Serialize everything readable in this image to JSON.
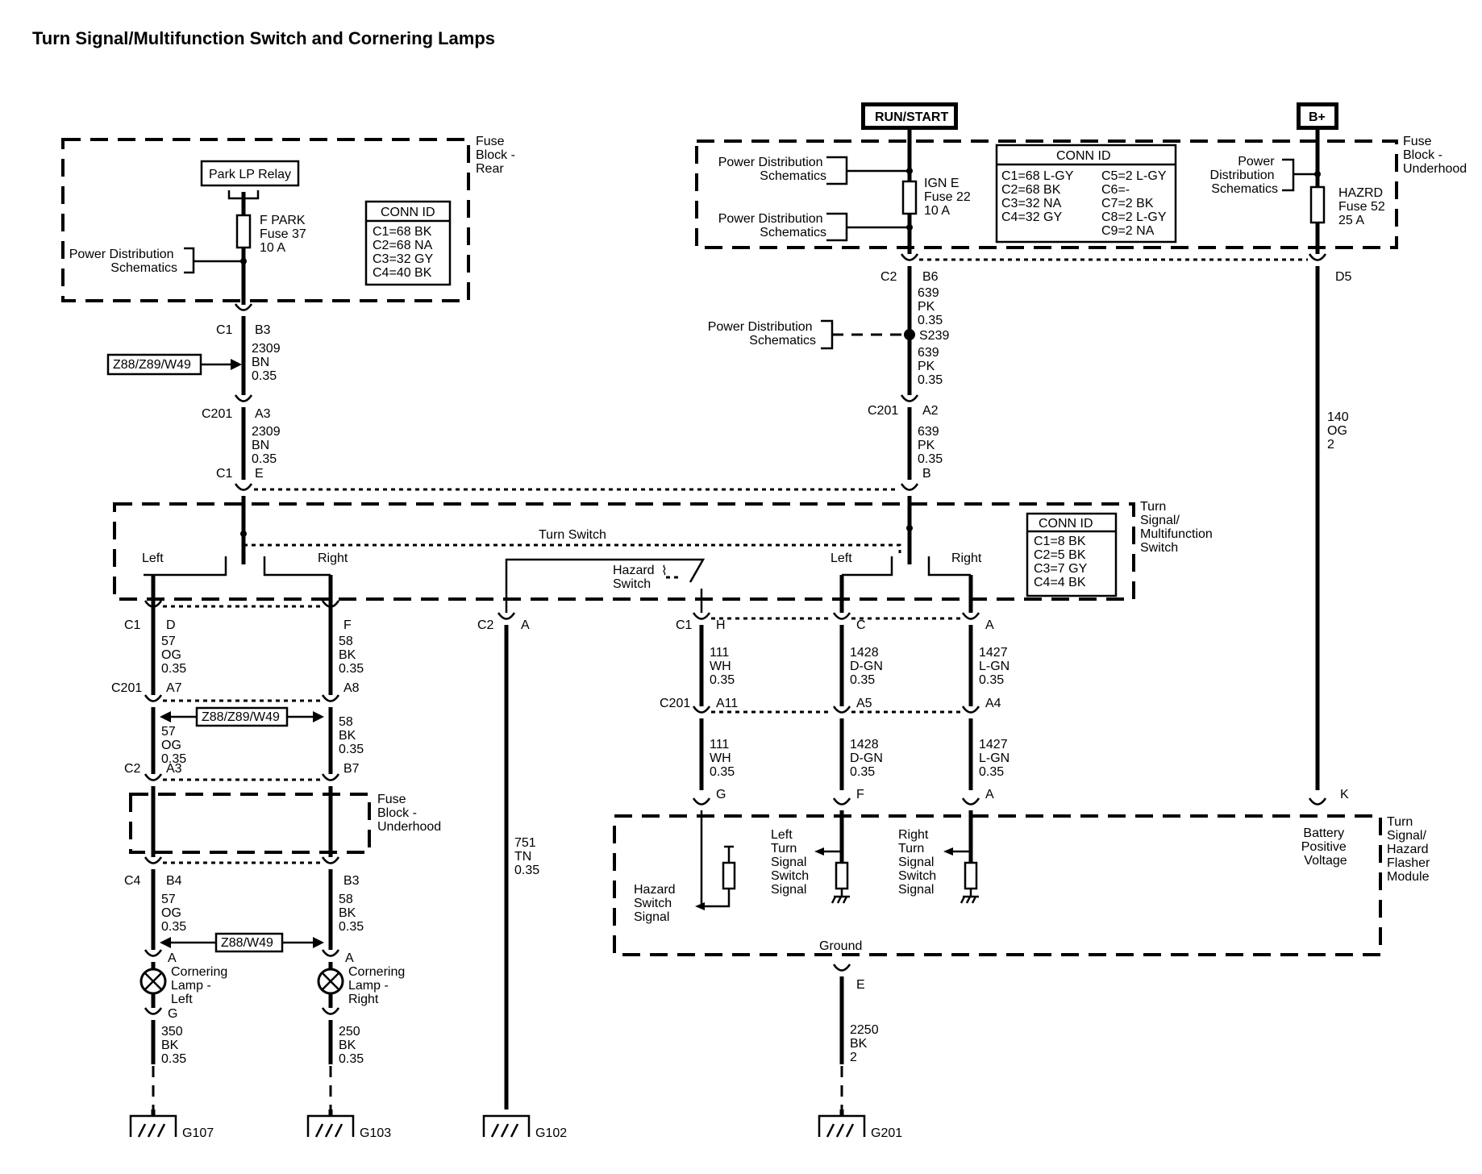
{
  "title": "Turn Signal/Multifunction Switch and Cornering Lamps",
  "power_sources": {
    "run_start": "RUN/START",
    "b_plus": "B+"
  },
  "fuse_block_rear": {
    "name": [
      "Fuse",
      "Block -",
      "Rear"
    ],
    "relay": "Park LP Relay",
    "fuse": [
      "F PARK",
      "Fuse 37",
      "10 A"
    ],
    "pds": [
      "Power Distribution",
      "Schematics"
    ],
    "conn_id_title": "CONN ID",
    "conn_id": [
      "C1=68 BK",
      "C2=68 NA",
      "C3=32 GY",
      "C4=40 BK"
    ]
  },
  "fuse_block_underhood": {
    "name": [
      "Fuse",
      "Block -",
      "Underhood"
    ],
    "pds_1": [
      "Power Distribution",
      "Schematics"
    ],
    "pds_2": [
      "Power Distribution",
      "Schematics"
    ],
    "pds_3": [
      "Power",
      "Distribution",
      "Schematics"
    ],
    "fuse_ign": [
      "IGN E",
      "Fuse 22",
      "10 A"
    ],
    "fuse_hazard": [
      "HAZRD",
      "Fuse 52",
      "25 A"
    ],
    "conn_id_title": "CONN ID",
    "conn_id_left": [
      "C1=68 L-GY",
      "C2=68 BK",
      "C3=32 NA",
      "C4=32 GY"
    ],
    "conn_id_right": [
      "C5=2 L-GY",
      "C6=-",
      "C7=2 BK",
      "C8=2 L-GY",
      "C9=2 NA"
    ]
  },
  "upper_left_circuit": {
    "c1": "C1",
    "b3": "B3",
    "option_box": "Z88/Z89/W49",
    "wire_a": [
      "2309",
      "BN",
      "0.35"
    ],
    "c201": "C201",
    "a3": "A3",
    "wire_b": [
      "2309",
      "BN",
      "0.35"
    ],
    "c1_e": "C1",
    "e": "E"
  },
  "upper_right_circuit": {
    "c2": "C2",
    "b6": "B6",
    "wire_a": [
      "639",
      "PK",
      "0.35"
    ],
    "pds": [
      "Power Distribution",
      "Schematics"
    ],
    "splice": "S239",
    "wire_b": [
      "639",
      "PK",
      "0.35"
    ],
    "c201": "C201",
    "a2": "A2",
    "wire_c": [
      "639",
      "PK",
      "0.35"
    ],
    "b": "B",
    "d5": "D5",
    "wire_hazard": [
      "140",
      "OG",
      "2"
    ]
  },
  "multifunction_switch": {
    "name": [
      "Turn",
      "Signal/",
      "Multifunction",
      "Switch"
    ],
    "turn_switch": "Turn Switch",
    "left_a": "Left",
    "right_a": "Right",
    "left_b": "Left",
    "right_b": "Right",
    "hazard_switch": [
      "Hazard",
      "Switch"
    ],
    "conn_id_title": "CONN ID",
    "conn_id": [
      "C1=8 BK",
      "C2=5 BK",
      "C3=7 GY",
      "C4=4 BK"
    ]
  },
  "lower_circuits": {
    "c1_left": "C1",
    "pin_d": "D",
    "pin_f": "F",
    "wire_57_a": [
      "57",
      "OG",
      "0.35"
    ],
    "wire_58_a": [
      "58",
      "BK",
      "0.35"
    ],
    "c201_left": "C201",
    "pin_a7": "A7",
    "pin_a8": "A8",
    "option_box_1": "Z88/Z89/W49",
    "wire_57_b": [
      "57",
      "OG",
      "0.35"
    ],
    "wire_58_b": [
      "58",
      "BK",
      "0.35"
    ],
    "c2_left": "C2",
    "pin_a3": "A3",
    "pin_b7": "B7",
    "fuse_block_uh": [
      "Fuse",
      "Block -",
      "Underhood"
    ],
    "c4_left": "C4",
    "pin_b4": "B4",
    "pin_b3": "B3",
    "wire_57_c": [
      "57",
      "OG",
      "0.35"
    ],
    "wire_58_c": [
      "58",
      "BK",
      "0.35"
    ],
    "option_box_2": "Z88/W49",
    "pin_a_left": "A",
    "pin_a_right": "A",
    "lamp_left": [
      "Cornering",
      "Lamp -",
      "Left"
    ],
    "lamp_right": [
      "Cornering",
      "Lamp -",
      "Right"
    ],
    "pin_g": "G",
    "wire_350": [
      "350",
      "BK",
      "0.35"
    ],
    "wire_250": [
      "250",
      "BK",
      "0.35"
    ],
    "g107": "G107",
    "g103": "G103",
    "c2_mid": "C2",
    "pin_a_mid": "A",
    "wire_751": [
      "751",
      "TN",
      "0.35"
    ],
    "g102": "G102",
    "c1_right": "C1",
    "pin_h": "H",
    "pin_c": "C",
    "pin_a": "A",
    "wire_111_a": [
      "111",
      "WH",
      "0.35"
    ],
    "wire_1428_a": [
      "1428",
      "D-GN",
      "0.35"
    ],
    "wire_1427_a": [
      "1427",
      "L-GN",
      "0.35"
    ],
    "c201_right": "C201",
    "pin_a11": "A11",
    "pin_a5": "A5",
    "pin_a4": "A4",
    "wire_111_b": [
      "111",
      "WH",
      "0.35"
    ],
    "wire_1428_b": [
      "1428",
      "D-GN",
      "0.35"
    ],
    "wire_1427_b": [
      "1427",
      "L-GN",
      "0.35"
    ],
    "pin_g2": "G",
    "pin_f2": "F",
    "pin_a2": "A",
    "pin_k": "K"
  },
  "flasher_module": {
    "name": [
      "Turn",
      "Signal/",
      "Hazard",
      "Flasher",
      "Module"
    ],
    "hazard_signal": [
      "Hazard",
      "Switch",
      "Signal"
    ],
    "left_signal": [
      "Left",
      "Turn",
      "Signal",
      "Switch",
      "Signal"
    ],
    "right_signal": [
      "Right",
      "Turn",
      "Signal",
      "Switch",
      "Signal"
    ],
    "battery": [
      "Battery",
      "Positive",
      "Voltage"
    ],
    "ground": "Ground",
    "pin_e": "E",
    "wire_2250": [
      "2250",
      "BK",
      "2"
    ],
    "g201": "G201"
  }
}
